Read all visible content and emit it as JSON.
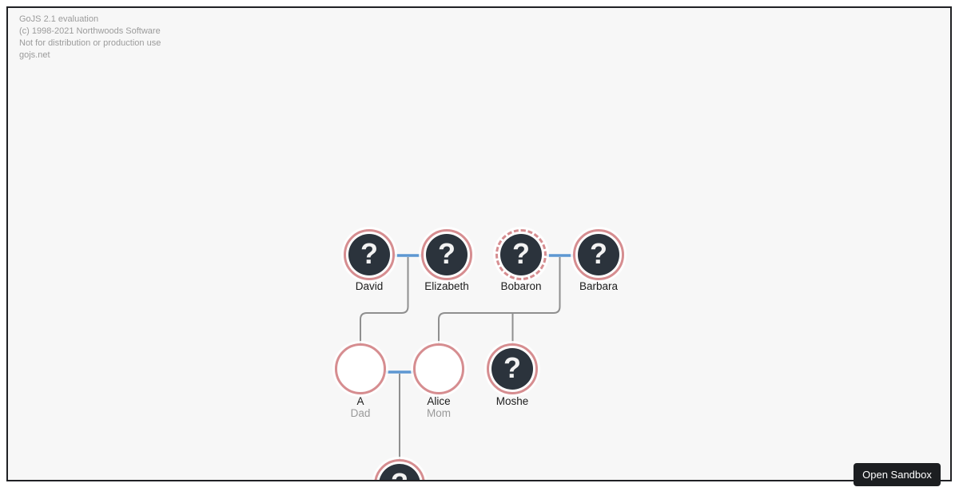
{
  "watermark": {
    "lines": [
      "GoJS 2.1 evaluation",
      "(c) 1998-2021 Northwoods Software",
      "Not for distribution or production use",
      "gojs.net"
    ]
  },
  "diagram": {
    "icon_glyph": "?",
    "colors": {
      "ring": "#d68d90",
      "node_fill": "#2b333c",
      "marriage_link": "#5d97d2",
      "child_link": "#8f8f8f",
      "canvas_bg": "#f7f7f7",
      "watermark_text": "#9b9b9b",
      "button_bg": "#1c1e21"
    },
    "persons": [
      {
        "name": "David",
        "type": "unknown"
      },
      {
        "name": "Elizabeth",
        "type": "unknown"
      },
      {
        "name": "Bobaron",
        "type": "unknown-dashed-ring"
      },
      {
        "name": "Barbara",
        "type": "unknown"
      },
      {
        "name": "A",
        "attribute": "Dad",
        "type": "empty"
      },
      {
        "name": "Alice",
        "attribute": "Mom",
        "type": "empty"
      },
      {
        "name": "Moshe",
        "type": "unknown"
      },
      {
        "name": "",
        "type": "unknown-cut-off-at-bottom"
      }
    ],
    "marriages": [
      [
        "David",
        "Elizabeth"
      ],
      [
        "Bobaron",
        "Barbara"
      ],
      [
        "A",
        "Alice"
      ]
    ],
    "parent_child": [
      {
        "parents": [
          "David",
          "Elizabeth"
        ],
        "children": [
          "A"
        ]
      },
      {
        "parents": [
          "Bobaron",
          "Barbara"
        ],
        "children": [
          "Alice",
          "Moshe"
        ]
      },
      {
        "parents": [
          "A",
          "Alice"
        ],
        "children": [
          ""
        ]
      }
    ]
  },
  "sandbox_button": {
    "label": "Open Sandbox"
  }
}
